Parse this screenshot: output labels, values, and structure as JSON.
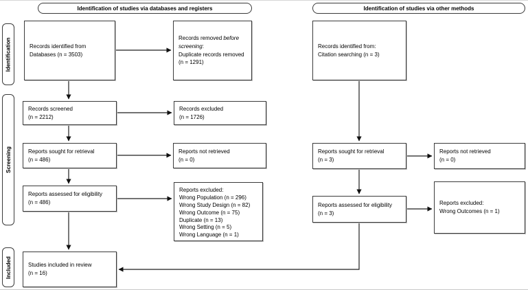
{
  "figure": {
    "headers": {
      "databases": "Identification of studies via databases and registers",
      "other_methods": "Identification of studies via other methods"
    },
    "sidebar": {
      "stages": [
        "Identification",
        "Screening",
        "Included"
      ]
    },
    "left_column": {
      "records_identified": "Records identified from\nDatabases (n = 3503)",
      "records_screened": "Records screened\n(n = 2212)",
      "reports_sought": "Reports sought for retrieval\n(n = 486)",
      "reports_assessed": "Reports assessed for eligibility\n(n = 486)",
      "studies_included": "Studies included in review\n(n = 16)"
    },
    "left_exclusions": {
      "records_removed": {
        "text_before_italic": "Records removed ",
        "italic_text": "before screening",
        "text_after_italic": ":",
        "line2": "Duplicate records removed  (n = 1291)"
      },
      "records_excluded": "Records excluded\n(n = 1726)",
      "reports_not_retrieved": "Reports not retrieved\n(n = 0)",
      "reports_excluded": {
        "title": "Reports excluded:",
        "items": [
          "Wrong Population (n = 296)",
          "Wrong Study Design (n = 82)",
          "Wrong Outcome (n = 75)",
          "Duplicate (n = 13)",
          "Wrong Setting (n = 5)",
          "Wrong Language (n = 1)"
        ]
      }
    },
    "right_column": {
      "records_identified": "Records identified from:\nCitation searching (n = 3)",
      "reports_sought": "Reports sought for retrieval\n(n = 3)",
      "reports_assessed": "Reports assessed for eligibility\n(n = 3)"
    },
    "right_exclusions": {
      "reports_not_retrieved": "Reports not retrieved\n(n = 0)",
      "reports_excluded": "Reports excluded:\nWrong Outcomes (n = 1)"
    }
  }
}
